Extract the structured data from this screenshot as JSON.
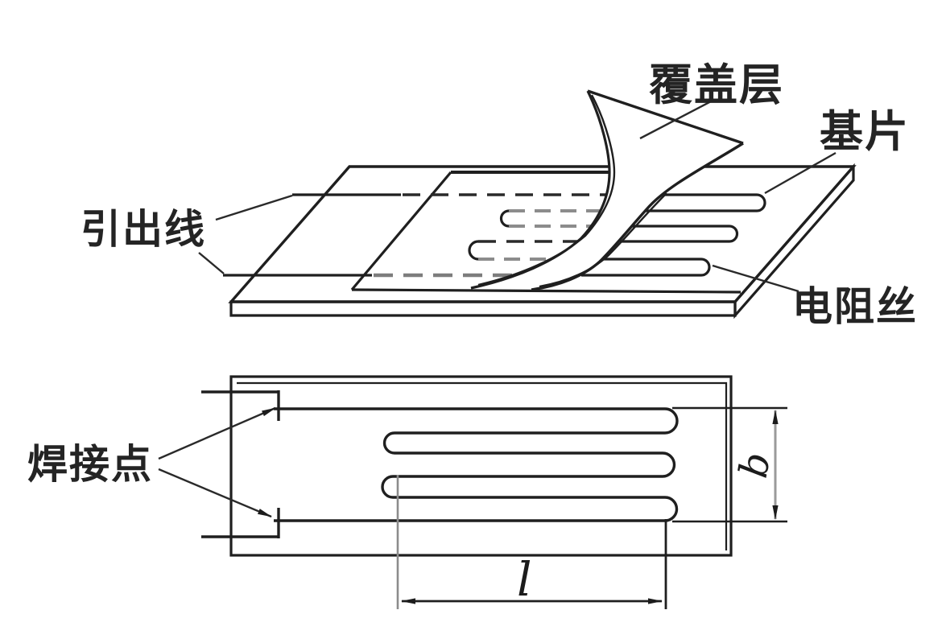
{
  "figure": {
    "background": "#ffffff",
    "ink_color": "#1f1f1f",
    "hidden_dash_gray": "#8c8c8c",
    "dimension_gray": "#9a9a9a"
  },
  "top_view": {
    "labels": {
      "cover_layer": "覆盖层",
      "substrate": "基片",
      "lead_wires": "引出线",
      "resistance_wire": "电阻丝"
    }
  },
  "bottom_view": {
    "labels": {
      "welding_points": "焊接点"
    },
    "dimensions": {
      "grid_length": "l",
      "grid_width": "b"
    }
  }
}
